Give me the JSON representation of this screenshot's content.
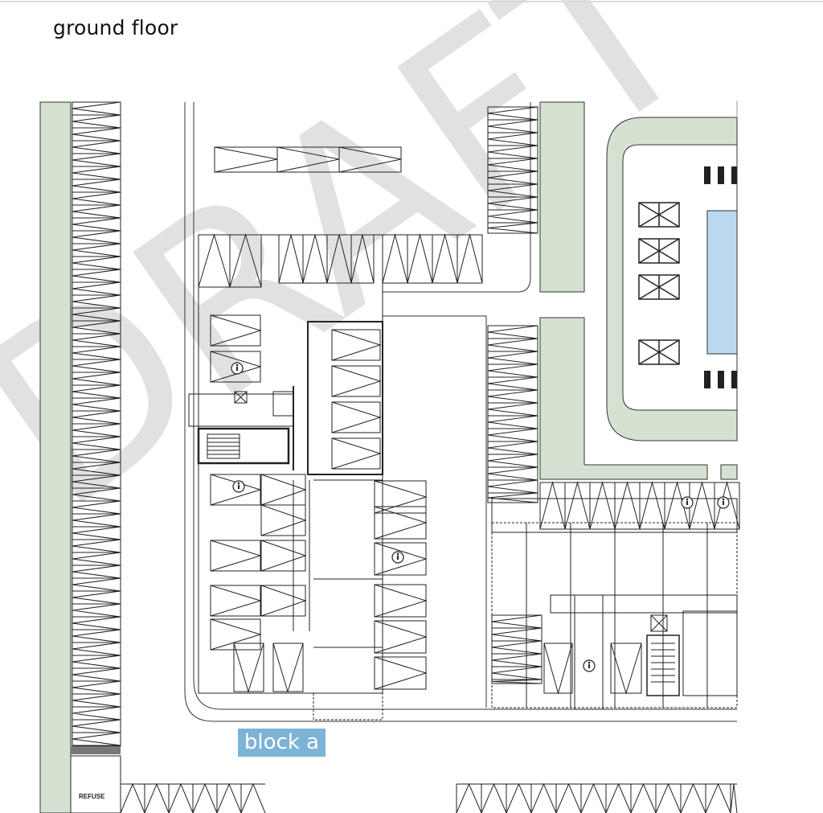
{
  "title": "ground floor",
  "watermark": "DRAFT",
  "badge_label": "block a",
  "refuse_label": "REFUSE",
  "colors": {
    "landscape": "#d5e2d2",
    "pool": "#bcd8ee",
    "badge": "#7cb3d6",
    "line": "#222222",
    "watermark": "#bdbdbd"
  }
}
